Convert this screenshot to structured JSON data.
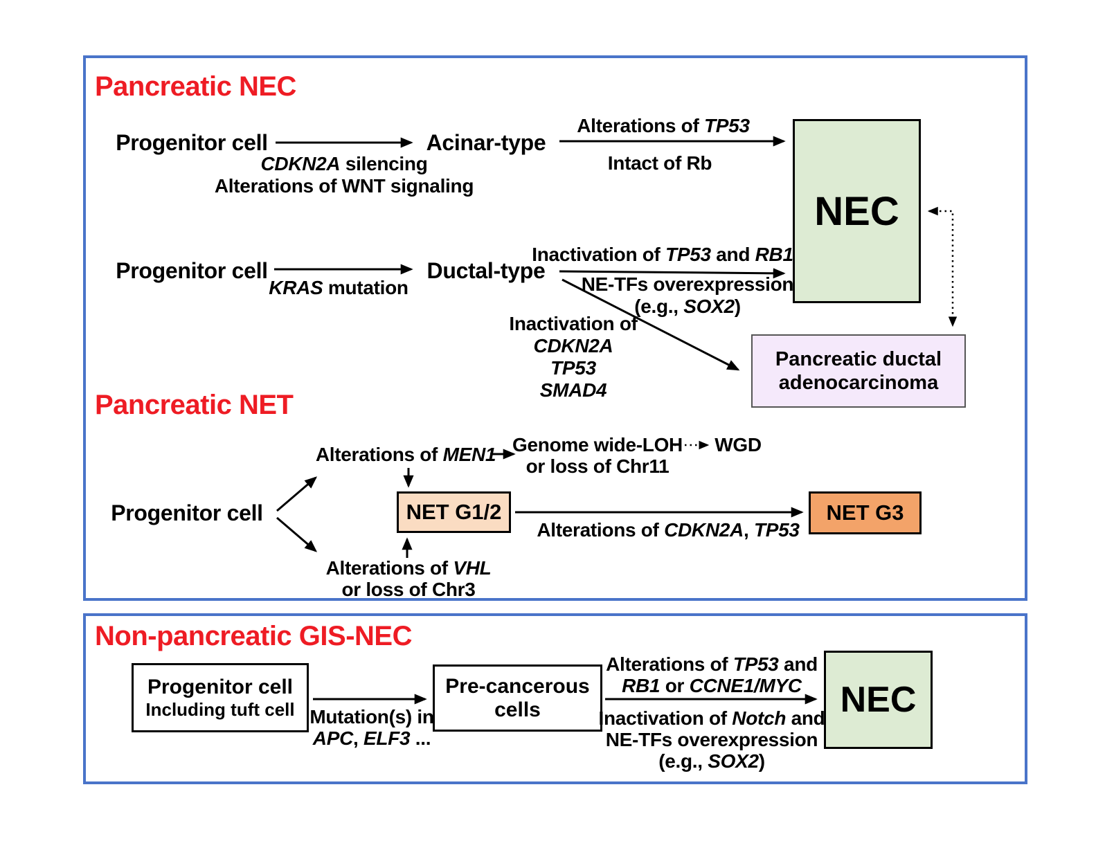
{
  "colors": {
    "panel_border": "#4a74c9",
    "title_red": "#ee1c24",
    "nec_green": "#ddebd3",
    "pdac_lavender": "#f5e9fb",
    "net_g12_peach": "#fadcc2",
    "net_g3_orange": "#f3a369",
    "arrow_black": "#000000"
  },
  "pancreatic_nec": {
    "title": "Pancreatic NEC",
    "row1": {
      "progenitor": "Progenitor cell",
      "cdkn2a_gene": "CDKN2A",
      "cdkn2a_rest": " silencing",
      "wnt_label": "Alterations of WNT signaling",
      "acinar": "Acinar-type",
      "alt_prefix": "Alterations of ",
      "alt_gene": "TP53",
      "intact_rb": "Intact of Rb"
    },
    "row2": {
      "progenitor": "Progenitor cell",
      "kras_gene": "KRAS",
      "kras_rest": " mutation",
      "ductal": "Ductal-type",
      "inact_prefix": "Inactivation of ",
      "inact_gene1": "TP53",
      "inact_mid": " and ",
      "inact_gene2": "RB1",
      "netfs": "NE-TFs overexpression",
      "eg_prefix": "(e.g., ",
      "eg_gene": "SOX2",
      "eg_suffix": ")"
    },
    "pdac_path": {
      "line1": "Inactivation of",
      "gene1": "CDKN2A",
      "gene2": "TP53",
      "gene3": "SMAD4"
    },
    "nec_label": "NEC",
    "pdac_line1": "Pancreatic ductal",
    "pdac_line2": "adenocarcinoma"
  },
  "pancreatic_net": {
    "title": "Pancreatic NET",
    "progenitor": "Progenitor cell",
    "men1_prefix": "Alterations of ",
    "men1_gene": "MEN1",
    "loh_line1": "Genome wide-LOH",
    "loh_line2": "or loss of Chr11",
    "wgd": "WGD",
    "net_g12": "NET G1/2",
    "g3_prefix": "Alterations of ",
    "g3_gene1": "CDKN2A",
    "g3_mid": ", ",
    "g3_gene2": "TP53",
    "net_g3": "NET G3",
    "vhl_prefix": "Alterations of ",
    "vhl_gene": "VHL",
    "vhl_line2": "or loss of Chr3"
  },
  "gis_nec": {
    "title": "Non-pancreatic GIS-NEC",
    "progenitor_line1": "Progenitor cell",
    "progenitor_line2": "Including tuft cell",
    "mut_line1": "Mutation(s) in",
    "mut_gene1": "APC",
    "mut_mid": ", ",
    "mut_gene2": "ELF3",
    "mut_dots": " ...",
    "precancer_line1": "Pre-cancerous",
    "precancer_line2": "cells",
    "alt_prefix": "Alterations of ",
    "alt_gene1": "TP53",
    "alt_mid1": " and",
    "alt_gene2": "RB1",
    "alt_mid2": " or ",
    "alt_gene3": "CCNE1/MYC",
    "inact_prefix": "Inactivation of ",
    "inact_gene": "Notch",
    "inact_suffix": " and",
    "netfs": "NE-TFs overexpression",
    "eg_prefix": "(e.g., ",
    "eg_gene": "SOX2",
    "eg_suffix": ")",
    "nec_label": "NEC"
  }
}
